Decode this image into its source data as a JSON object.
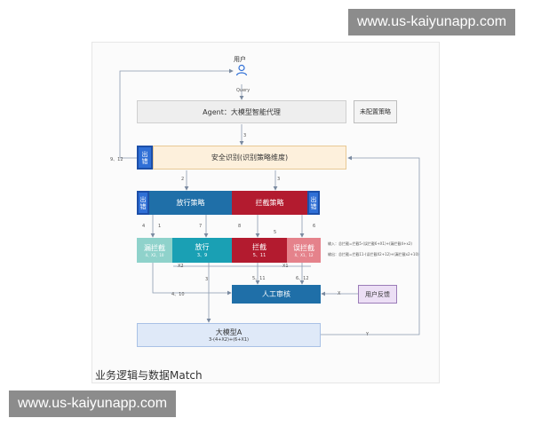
{
  "watermark": {
    "top": "www.us-kaiyunapp.com",
    "bottom": "www.us-kaiyunapp.com"
  },
  "diagram": {
    "user_label": "用户",
    "query_label": "Query",
    "agent": "Agent：大模型智能代理",
    "unconfigured": "未配置策略",
    "safety": "安全识别(识别策略维度)",
    "exit": "出错",
    "release_policy": "放行策略",
    "block_policy": "拦截策略",
    "missed_block": "漏拦截",
    "missed_block_sub": "4、X2、10",
    "release": "放行",
    "release_sub": "3、9",
    "block": "拦截",
    "block_sub": "5、11",
    "false_block": "误拦截",
    "false_block_sub": "X、X1、12",
    "review": "人工审核",
    "feedback": "用户反馈",
    "model": "大模型A",
    "model_sub": "3-(4+X2)+(6+X1)",
    "input_note": "输入：总拦截=拦截5-(误拦截6+X1)+(漏拦截4+x2)",
    "output_note": "输出：总拦截=拦截11-(误拦截X2+12)+(漏拦截x2+10)",
    "edge_labels": {
      "e3a": "3",
      "e9_12": "9、12",
      "e2": "2",
      "e3b": "3",
      "e4": "4",
      "e1": "1",
      "e7": "7",
      "e8": "8",
      "e5": "5",
      "e6": "6",
      "ex2": "X2",
      "ex1": "X1",
      "e3c": "3",
      "e5_11": "5、11",
      "e6_12": "6、12",
      "e4_10": "4、10",
      "ex": "X",
      "ey": "Y"
    },
    "caption": "业务逻辑与数据Match"
  },
  "colors": {
    "blue_dark": "#1f6fa8",
    "red_dark": "#b31b2f",
    "teal": "#1aa0b4",
    "pale_teal": "#8fd2cb",
    "pale_red": "#e5828b",
    "side_blue": "#2f6fd6"
  }
}
